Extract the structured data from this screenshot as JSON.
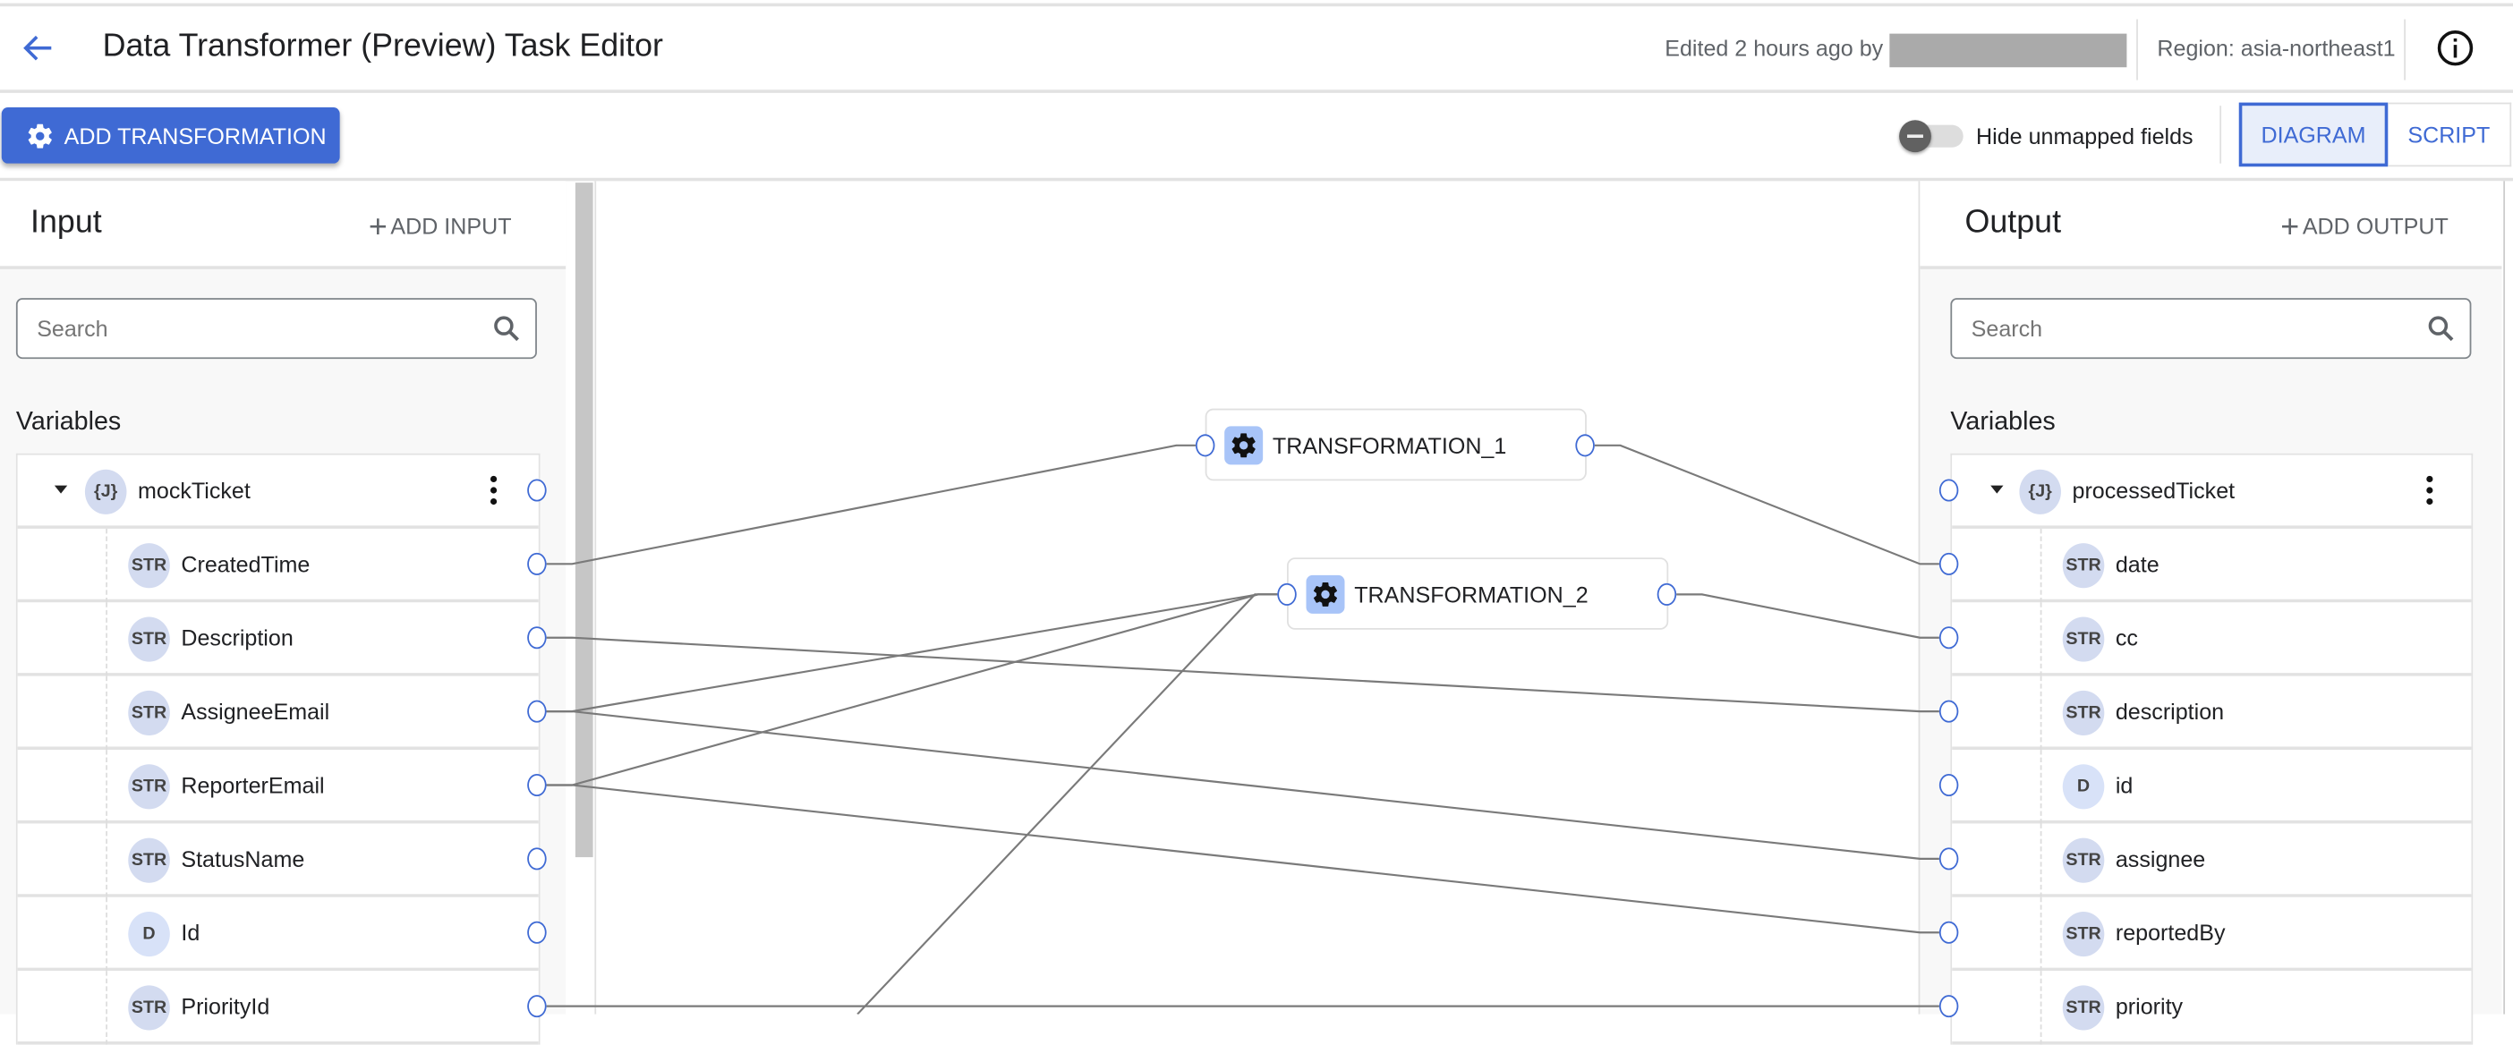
{
  "header": {
    "title": "Data Transformer (Preview) Task Editor",
    "edited_text": "Edited 2 hours ago by",
    "region": "Region: asia-northeast1"
  },
  "toolbar": {
    "add_transformation_label": "ADD TRANSFORMATION",
    "hide_unmapped_label": "Hide unmapped fields",
    "hide_unmapped_on": false,
    "view_modes": [
      "DIAGRAM",
      "SCRIPT"
    ],
    "active_view": "DIAGRAM"
  },
  "input": {
    "title": "Input",
    "add_label": "ADD INPUT",
    "search_placeholder": "Search",
    "variables_label": "Variables",
    "root": {
      "name": "mockTicket",
      "type": "{J}"
    },
    "fields": [
      {
        "name": "CreatedTime",
        "type": "STR"
      },
      {
        "name": "Description",
        "type": "STR"
      },
      {
        "name": "AssigneeEmail",
        "type": "STR"
      },
      {
        "name": "ReporterEmail",
        "type": "STR"
      },
      {
        "name": "StatusName",
        "type": "STR"
      },
      {
        "name": "Id",
        "type": "D"
      },
      {
        "name": "PriorityId",
        "type": "STR"
      }
    ]
  },
  "output": {
    "title": "Output",
    "add_label": "ADD OUTPUT",
    "search_placeholder": "Search",
    "variables_label": "Variables",
    "root": {
      "name": "processedTicket",
      "type": "{J}"
    },
    "fields": [
      {
        "name": "date",
        "type": "STR"
      },
      {
        "name": "cc",
        "type": "STR"
      },
      {
        "name": "description",
        "type": "STR"
      },
      {
        "name": "id",
        "type": "D"
      },
      {
        "name": "assignee",
        "type": "STR"
      },
      {
        "name": "reportedBy",
        "type": "STR"
      },
      {
        "name": "priority",
        "type": "STR"
      }
    ]
  },
  "transformations": [
    {
      "name": "TRANSFORMATION_1"
    },
    {
      "name": "TRANSFORMATION_2"
    }
  ],
  "connections": [
    {
      "from": "in:CreatedTime",
      "to": "tx:TRANSFORMATION_1"
    },
    {
      "from": "tx:TRANSFORMATION_1",
      "to": "out:date"
    },
    {
      "from": "in:Description",
      "to": "out:description"
    },
    {
      "from": "in:AssigneeEmail",
      "to": "tx:TRANSFORMATION_2"
    },
    {
      "from": "in:ReporterEmail",
      "to": "tx:TRANSFORMATION_2"
    },
    {
      "from": "tx:TRANSFORMATION_2",
      "to": "out:cc"
    },
    {
      "from": "in:AssigneeEmail",
      "to": "out:assignee"
    },
    {
      "from": "in:ReporterEmail",
      "to": "out:reportedBy"
    },
    {
      "from": "in:PriorityId",
      "to": "out:priority"
    }
  ],
  "colors": {
    "accent": "#3f6ad4",
    "wire": "#7a7a7a",
    "badge": "#d3dbf0",
    "gear_bg": "#a8c4f8"
  }
}
